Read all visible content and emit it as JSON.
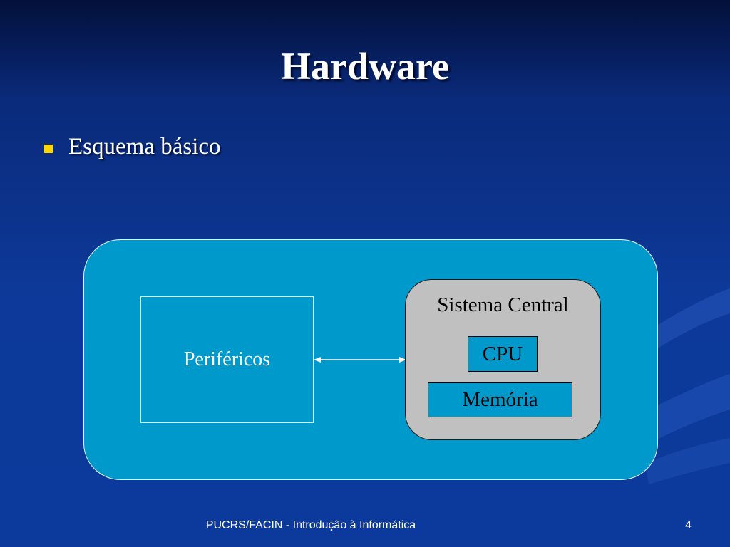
{
  "slide": {
    "title": "Hardware",
    "bullets": [
      "Esquema básico"
    ]
  },
  "diagram": {
    "perifericos_label": "Periféricos",
    "sistema_central_label": "Sistema Central",
    "cpu_label": "CPU",
    "memoria_label": "Memória"
  },
  "footer": {
    "text": "PUCRS/FACIN - Introdução à Informática",
    "page_number": "4"
  },
  "colors": {
    "background": "#0b3a9c",
    "diagram_fill": "#0099cc",
    "central_fill": "#c0c0c0",
    "bullet": "#ffd700"
  }
}
